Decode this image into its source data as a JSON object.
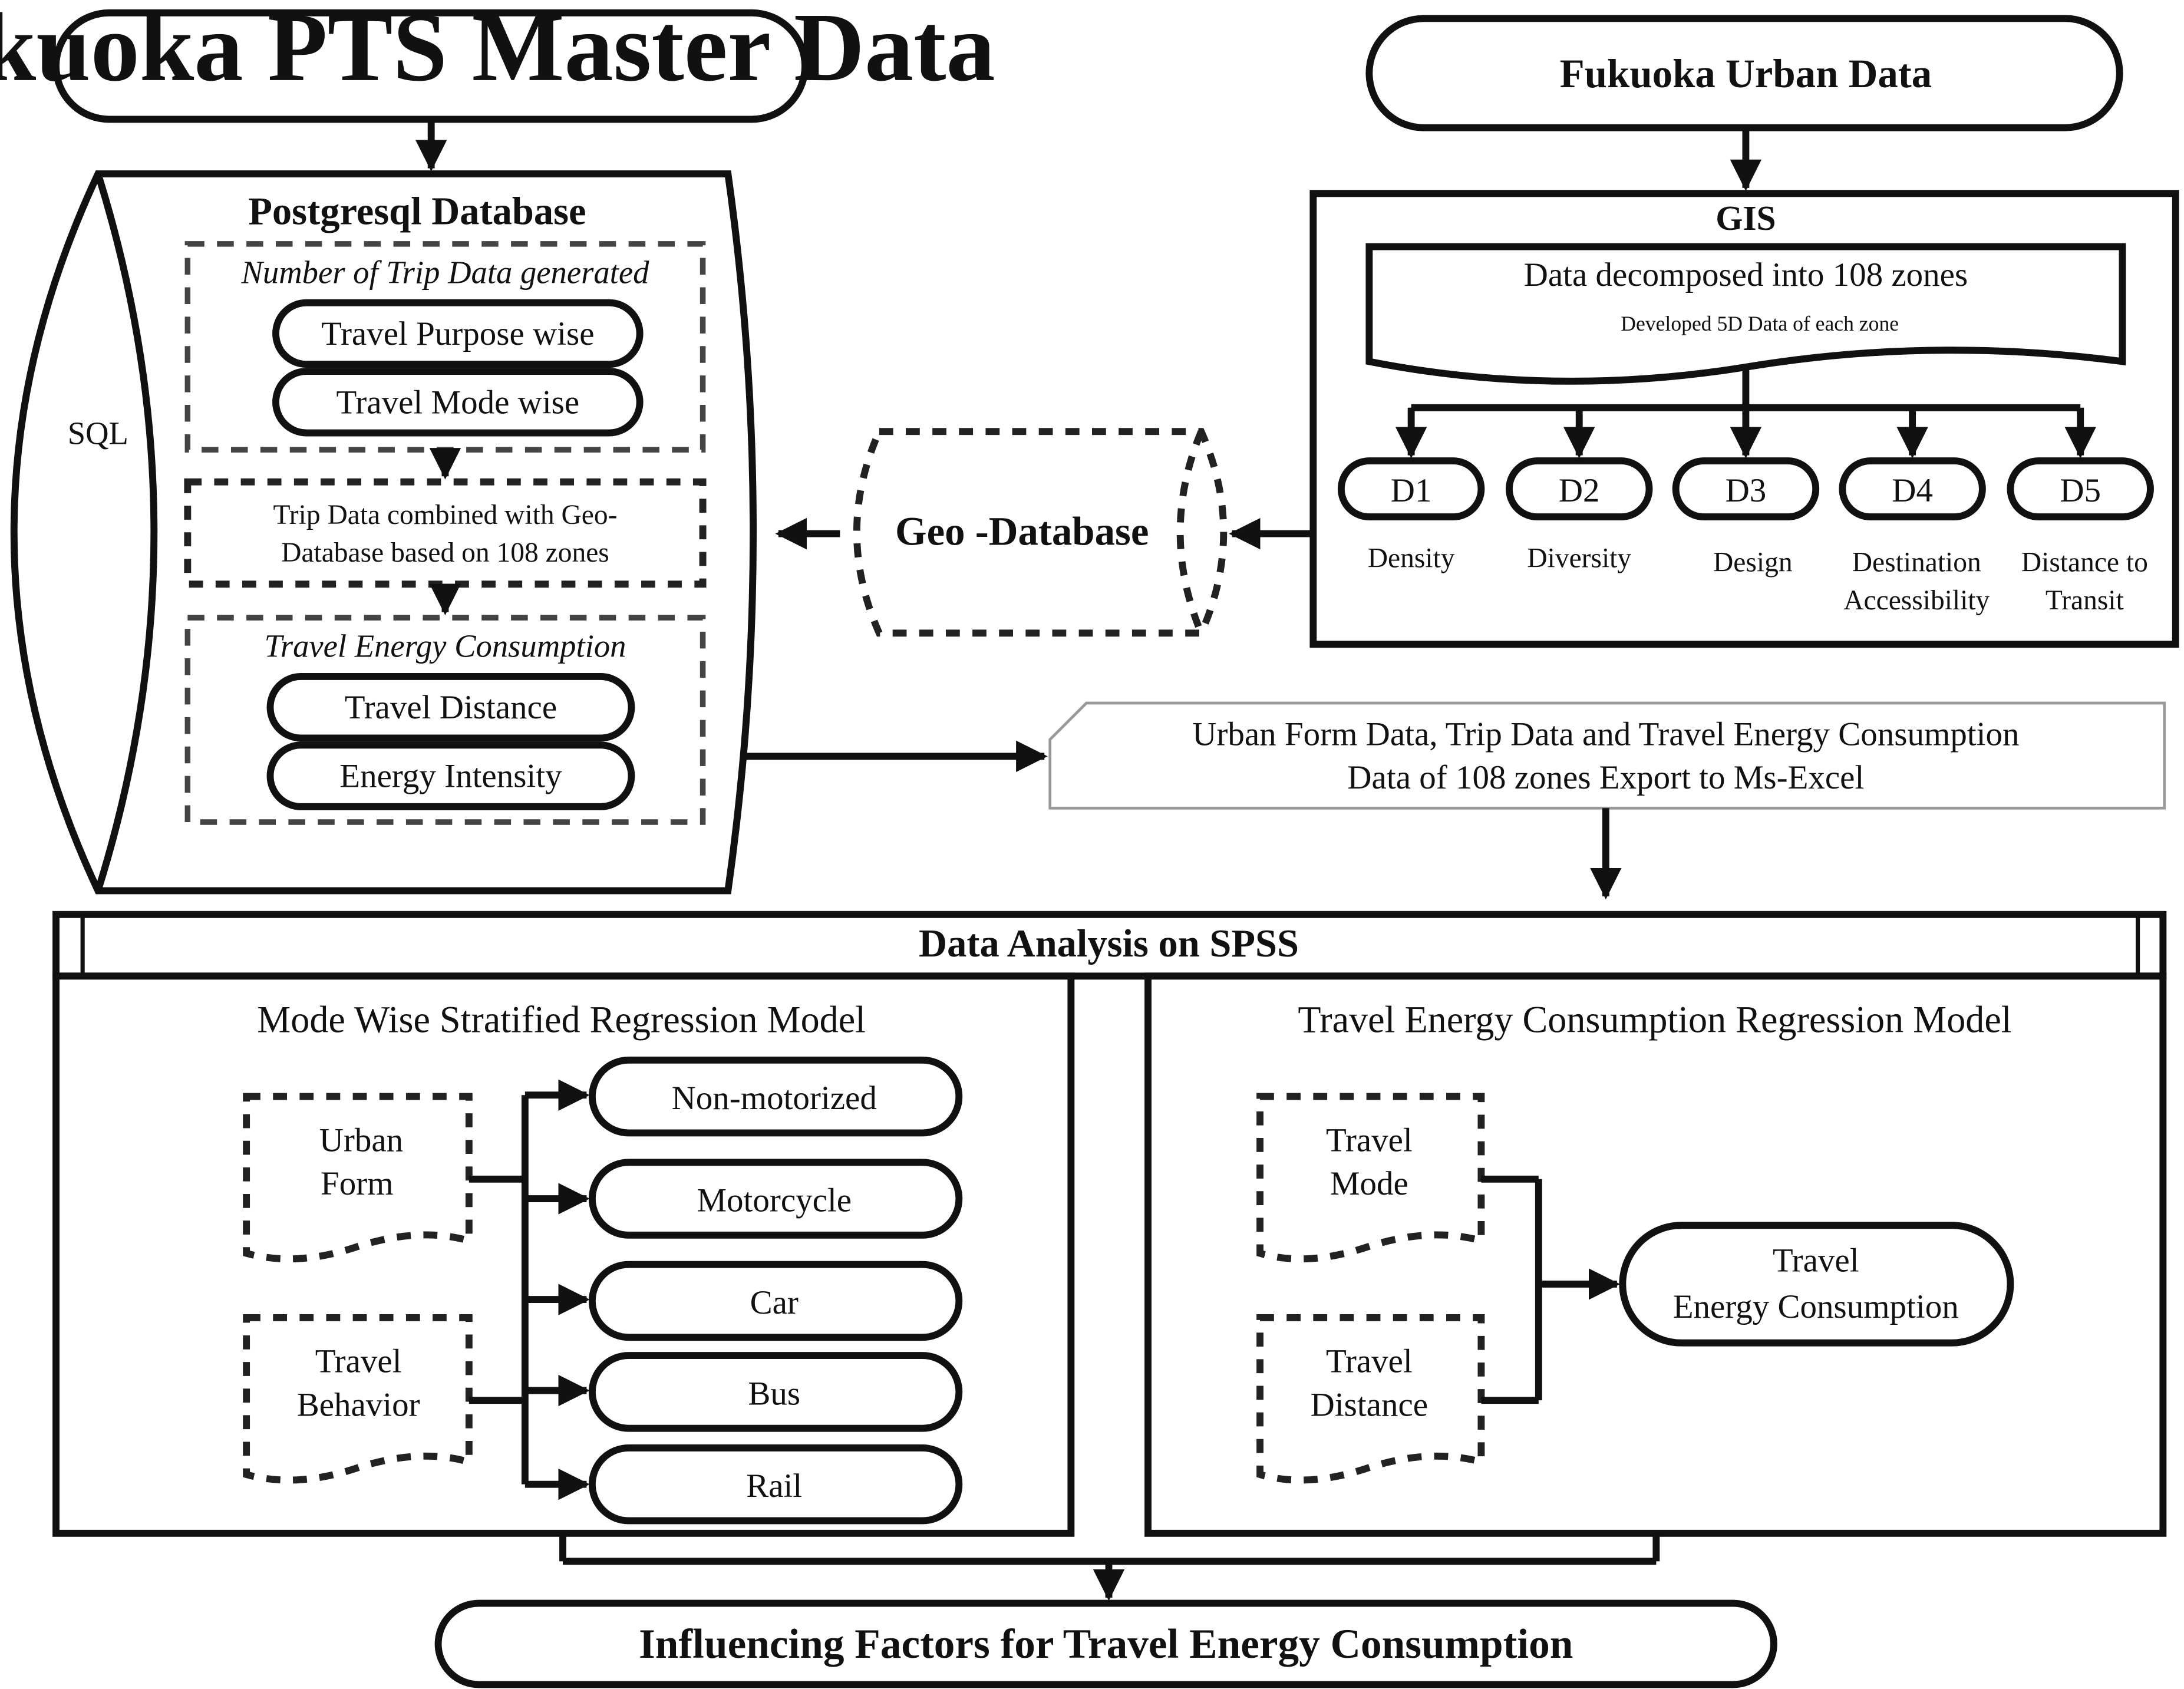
{
  "pts_master": "Fukuoka PTS Master Data",
  "urban_data": "Fukuoka Urban Data",
  "postgres": {
    "title": "Postgresql Database",
    "sql": "SQL",
    "trip_count_title": "Number of Trip Data generated",
    "purpose": "Travel Purpose wise",
    "mode": "Travel Mode wise",
    "combined_line1": "Trip Data combined with Geo-",
    "combined_line2": "Database based on 108 zones",
    "energy_title": "Travel Energy Consumption",
    "distance": "Travel Distance",
    "intensity": "Energy Intensity"
  },
  "geo_database": "Geo -Database",
  "gis": {
    "title": "GIS",
    "decomposed": "Data decomposed into 108 zones",
    "developed": "Developed 5D Data of each zone",
    "d_codes": [
      "D1",
      "D2",
      "D3",
      "D4",
      "D5"
    ],
    "d_labels": [
      "Density",
      "Diversity",
      "Design",
      "Destination",
      "Distance to"
    ],
    "d_labels_line2": [
      "",
      "",
      "",
      "Accessibility",
      "Transit"
    ]
  },
  "export": {
    "line1": "Urban Form Data, Trip Data  and Travel Energy Consumption",
    "line2": "Data of 108 zones Export to  Ms-Excel"
  },
  "spss": {
    "title": "Data Analysis on SPSS",
    "left_title": "Mode Wise Stratified Regression Model",
    "urban_form_1": "Urban",
    "urban_form_2": "Form",
    "travel_behavior_1": "Travel",
    "travel_behavior_2": "Behavior",
    "modes": [
      "Non-motorized",
      "Motorcycle",
      "Car",
      "Bus",
      "Rail"
    ],
    "right_title": "Travel Energy Consumption Regression Model",
    "travel_mode_1": "Travel",
    "travel_mode_2": "Mode",
    "travel_distance_1": "Travel",
    "travel_distance_2": "Distance",
    "tec_1": "Travel",
    "tec_2": "Energy Consumption"
  },
  "result": "Influencing Factors for Travel Energy Consumption"
}
